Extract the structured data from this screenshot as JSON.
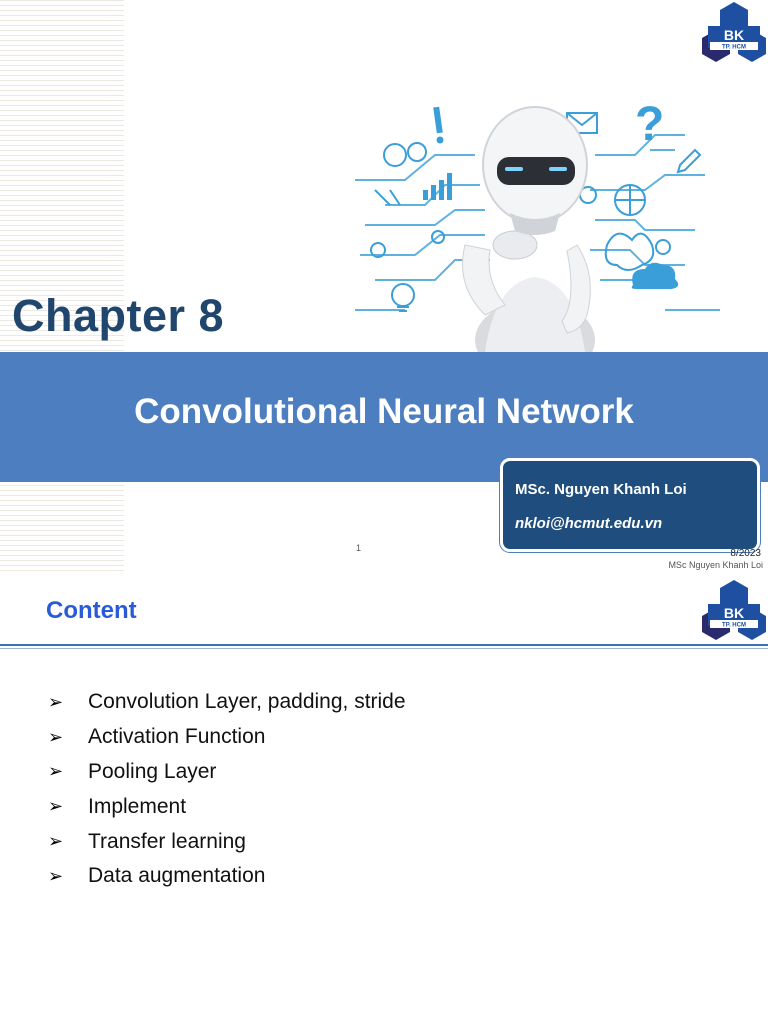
{
  "slide1": {
    "logo_text": "BK",
    "logo_subtext": "TP. HCM",
    "chapter": "Chapter 8",
    "title": "Convolutional Neural Network",
    "author_name": "MSc. Nguyen Khanh Loi",
    "author_email": "nkloi@hcmut.edu.vn",
    "page_number": "1",
    "date": "8/2023",
    "footer_author": "MSc Nguyen Khanh Loi"
  },
  "slide2": {
    "title": "Content",
    "logo_text": "BK",
    "logo_subtext": "TP. HCM",
    "bullet_symbol": "➢",
    "items": [
      "Convolution Layer, padding, stride",
      "Activation Function",
      "Pooling Layer",
      "Implement",
      "Transfer learning",
      "Data augmentation"
    ]
  },
  "colors": {
    "title_band": "#4d7ec0",
    "chapter_text": "#21466e",
    "author_box": "#1f4e7e",
    "content_title": "#2a5bd7",
    "logo_blue": "#1e4fa0",
    "logo_purple": "#2a2a6e"
  }
}
